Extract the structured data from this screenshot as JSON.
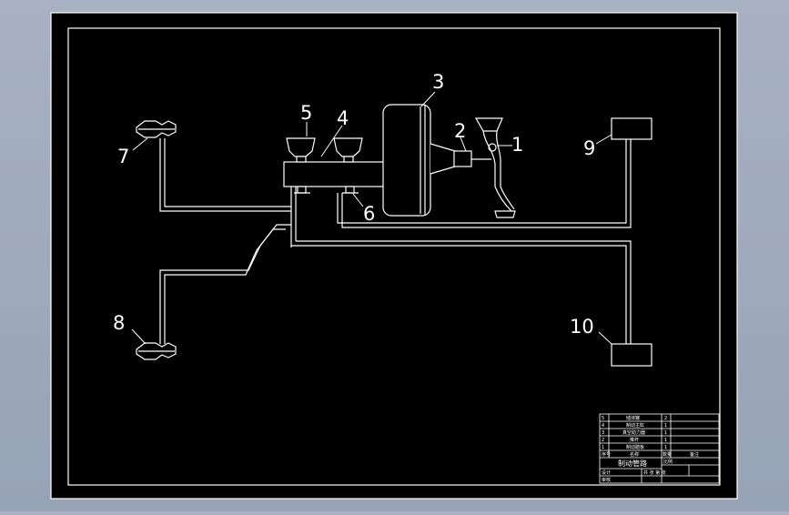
{
  "diagram": {
    "colors": {
      "background": "#000000",
      "line": "#ffffff",
      "outer": "#a0aabb"
    },
    "labels": [
      {
        "id": "1",
        "text": "1"
      },
      {
        "id": "2",
        "text": "2"
      },
      {
        "id": "3",
        "text": "3"
      },
      {
        "id": "4",
        "text": "4"
      },
      {
        "id": "5",
        "text": "5"
      },
      {
        "id": "6",
        "text": "6"
      },
      {
        "id": "7",
        "text": "7"
      },
      {
        "id": "8",
        "text": "8"
      },
      {
        "id": "9",
        "text": "9"
      },
      {
        "id": "10",
        "text": "10"
      }
    ],
    "title_block": {
      "rows": [
        {
          "no": "5",
          "name": "储液罐",
          "qty": "2",
          "spec": ""
        },
        {
          "no": "4",
          "name": "制动主缸",
          "qty": "1",
          "spec": ""
        },
        {
          "no": "3",
          "name": "真空助力器",
          "qty": "1",
          "spec": ""
        },
        {
          "no": "2",
          "name": "推杆",
          "qty": "1",
          "spec": ""
        },
        {
          "no": "1",
          "name": "制动踏板",
          "qty": "1",
          "spec": ""
        }
      ],
      "head": {
        "no": "序号",
        "name": "名称",
        "qty": "数量",
        "spec": "备注"
      },
      "drawing_title": "制动管路",
      "scale_label": "比例",
      "designer_label": "设计",
      "checker_label": "审核",
      "school": "",
      "sheet_label": "共 张 第 张"
    }
  }
}
